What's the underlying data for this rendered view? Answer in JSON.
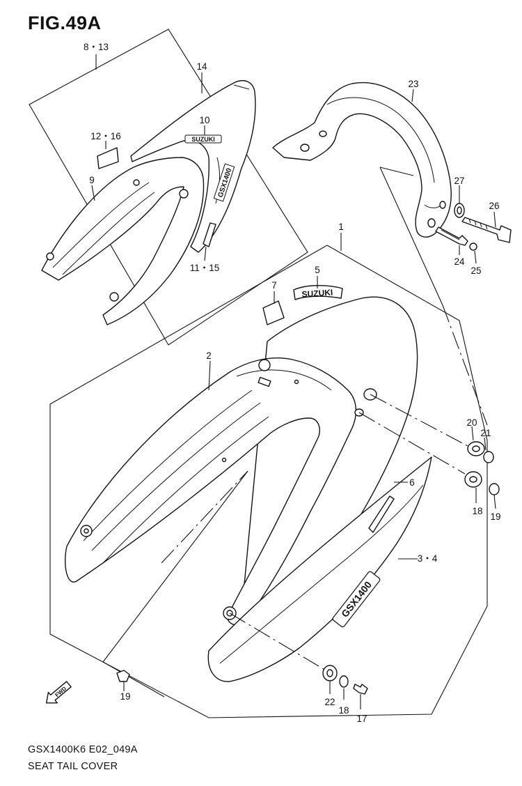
{
  "figure": {
    "title": "FIG.49A",
    "code": "GSX1400K6 E02_049A",
    "caption": "SEAT TAIL COVER"
  },
  "brand_marks": {
    "decal_small": "SUZUKI",
    "decal_large": "SUZUKI",
    "model_badge": "GSX1400"
  },
  "fwd_marker": "FWD",
  "callouts": [
    {
      "id": "c-8-13",
      "text": "8・13"
    },
    {
      "id": "c-14",
      "text": "14"
    },
    {
      "id": "c-10",
      "text": "10"
    },
    {
      "id": "c-12-16",
      "text": "12・16"
    },
    {
      "id": "c-9",
      "text": "9"
    },
    {
      "id": "c-11-15",
      "text": "11・15"
    },
    {
      "id": "c-23",
      "text": "23"
    },
    {
      "id": "c-27",
      "text": "27"
    },
    {
      "id": "c-26",
      "text": "26"
    },
    {
      "id": "c-24",
      "text": "24"
    },
    {
      "id": "c-25",
      "text": "25"
    },
    {
      "id": "c-1",
      "text": "1"
    },
    {
      "id": "c-5",
      "text": "5"
    },
    {
      "id": "c-7",
      "text": "7"
    },
    {
      "id": "c-2",
      "text": "2"
    },
    {
      "id": "c-20",
      "text": "20"
    },
    {
      "id": "c-21",
      "text": "21"
    },
    {
      "id": "c-6",
      "text": "6"
    },
    {
      "id": "c-18a",
      "text": "18"
    },
    {
      "id": "c-19a",
      "text": "19"
    },
    {
      "id": "c-3-4",
      "text": "3・4"
    },
    {
      "id": "c-22",
      "text": "22"
    },
    {
      "id": "c-18b",
      "text": "18"
    },
    {
      "id": "c-19b",
      "text": "19"
    },
    {
      "id": "c-17",
      "text": "17"
    }
  ]
}
